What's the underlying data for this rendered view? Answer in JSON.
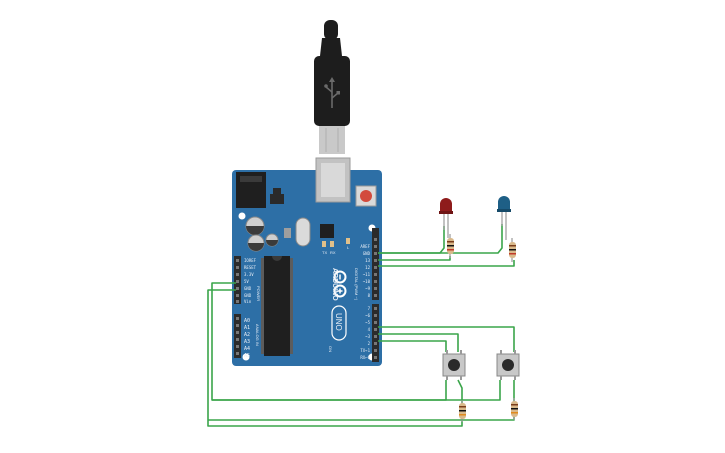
{
  "colors": {
    "canvas": "#ffffff",
    "board": "#2d6fa6",
    "board_dark": "#235a89",
    "wire": "#3aa54a",
    "header": "#2b2b2b",
    "led_red": "#8e1b1b",
    "led_blue": "#1e5f86",
    "resistor_body": "#d9b98b",
    "usb_black": "#1d1d1d",
    "usb_metal": "#c9c9c9"
  },
  "board": {
    "name": "ARDUINO",
    "model": "UNO",
    "tx": "TX",
    "rx": "RX",
    "l_led": "L",
    "on": "ON",
    "aref": "AREF",
    "gnd": "GND",
    "digital_label": "DIGITAL (PWM ~)",
    "power_label": "POWER",
    "analog_label": "ANALOG IN",
    "power_pins": [
      "IOREF",
      "RESET",
      "3.3V",
      "5V",
      "GND",
      "GND",
      "Vin"
    ],
    "analog_pins": [
      "A0",
      "A1",
      "A2",
      "A3",
      "A4",
      "A5"
    ],
    "digital_pins_upper": [
      "13",
      "12",
      "~11",
      "~10",
      "~9",
      "8"
    ],
    "digital_pins_lower": [
      "7",
      "~6",
      "~5",
      "4",
      "~3",
      "2",
      "TX→1",
      "RX←0"
    ]
  },
  "components": {
    "leds": [
      "red-led",
      "blue-led"
    ],
    "buttons": [
      "pushbutton-1",
      "pushbutton-2"
    ],
    "resistors": [
      "led-resistor-1",
      "led-resistor-2",
      "button-resistor-1",
      "button-resistor-2"
    ],
    "cable": "usb-b-cable"
  }
}
